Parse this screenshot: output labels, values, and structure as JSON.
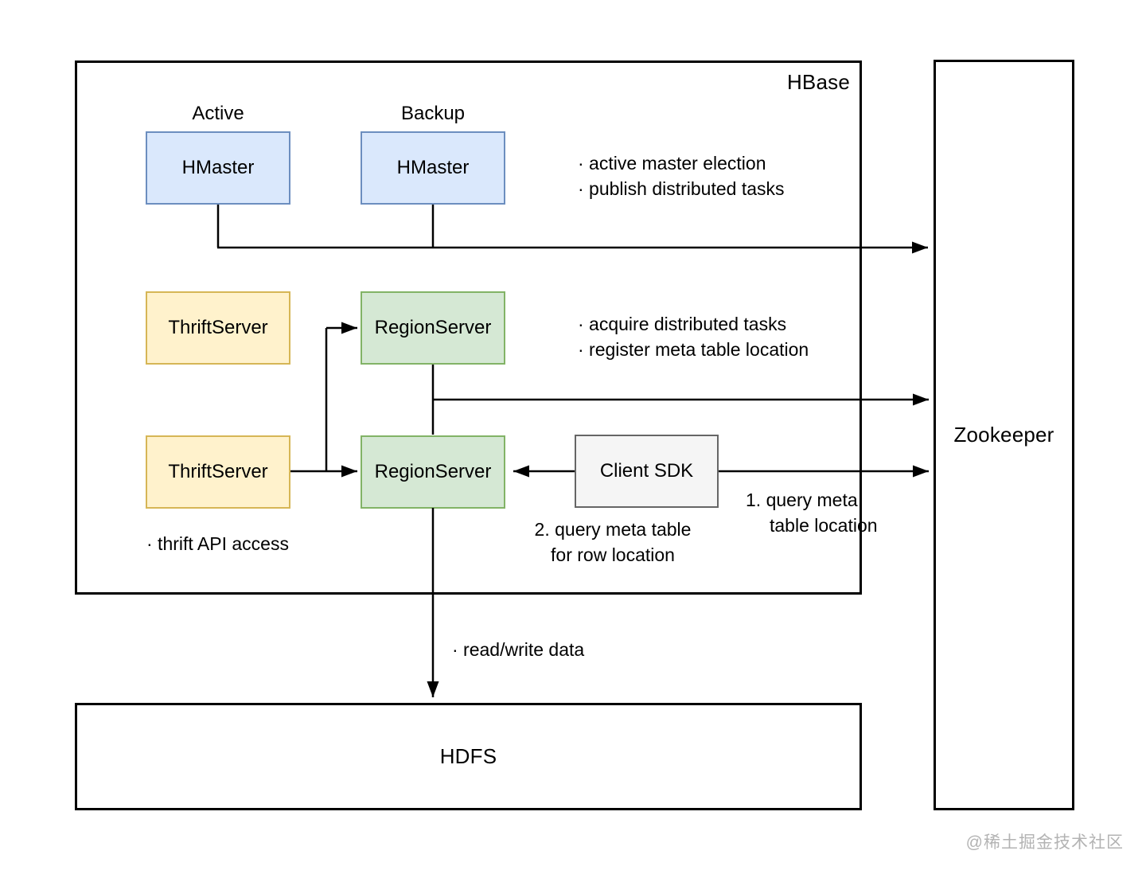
{
  "colors": {
    "background": "#ffffff",
    "line": "#000000",
    "master_fill": "#dae8fc",
    "master_border": "#6c8ebf",
    "thrift_fill": "#fff2cc",
    "thrift_border": "#d6b656",
    "region_fill": "#d5e8d4",
    "region_border": "#82b366",
    "client_fill": "#f5f5f5",
    "client_border": "#666666",
    "watermark": "#b3b3b3"
  },
  "containers": {
    "hbase": {
      "label": "HBase"
    },
    "zookeeper": {
      "label": "Zookeeper"
    },
    "hdfs": {
      "label": "HDFS"
    }
  },
  "masters": {
    "active_caption": "Active",
    "backup_caption": "Backup",
    "active_label": "HMaster",
    "backup_label": "HMaster"
  },
  "servers": {
    "thrift_top": "ThriftServer",
    "thrift_bottom": "ThriftServer",
    "region_top": "RegionServer",
    "region_bottom": "RegionServer",
    "client_sdk": "Client SDK"
  },
  "annotations": {
    "master_tasks": {
      "line1": "· active master election",
      "line2": "· publish distributed tasks"
    },
    "region_tasks": {
      "line1": "· acquire distributed tasks",
      "line2": "· register meta table location"
    },
    "query_meta_location": {
      "line1": "1. query meta",
      "line2": "table location"
    },
    "query_meta_row": {
      "line1": "2. query meta table",
      "line2": "for row location"
    },
    "thrift_access": "· thrift API access",
    "read_write": "· read/write data"
  },
  "watermark": "@稀土掘金技术社区"
}
